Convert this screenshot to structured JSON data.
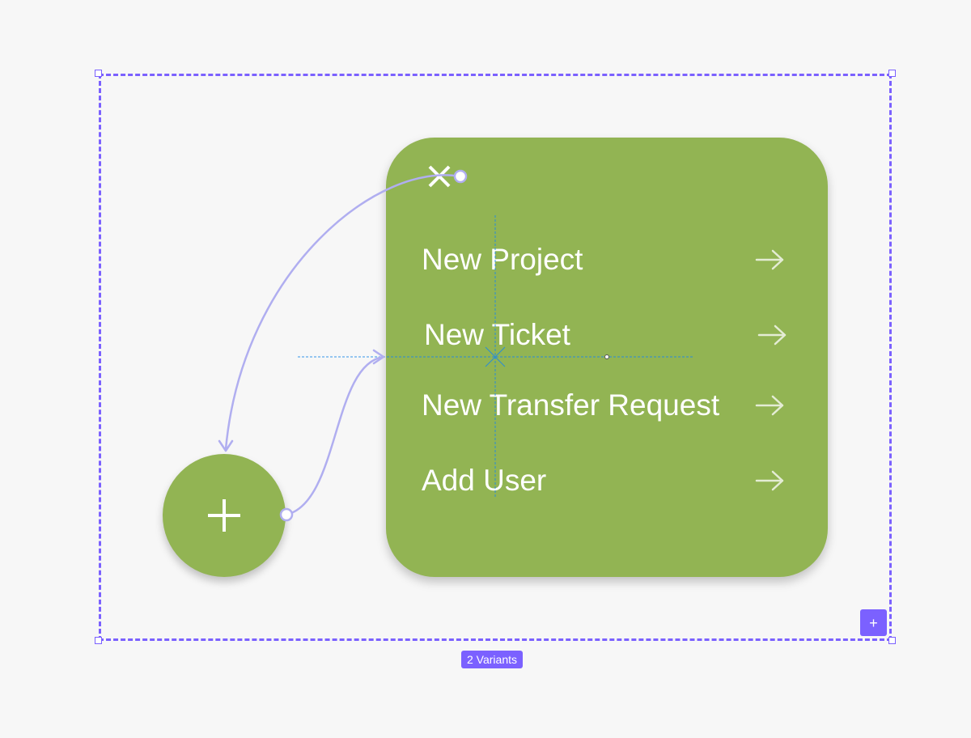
{
  "canvas": {
    "background": "#f7f7f7",
    "accent": "#7b61ff",
    "brand_green": "#92b453"
  },
  "component_set": {
    "variants_badge": "2 Variants",
    "add_variant_icon": "plus-icon",
    "add_variant_label": "+"
  },
  "fab": {
    "icon": "plus-icon"
  },
  "menu": {
    "close_icon": "close-icon",
    "items": [
      {
        "label": "New Project",
        "icon": "arrow-right-icon"
      },
      {
        "label": "New Ticket",
        "icon": "arrow-right-icon"
      },
      {
        "label": "New Transfer Request",
        "icon": "arrow-right-icon"
      },
      {
        "label": "Add User",
        "icon": "arrow-right-icon"
      }
    ]
  },
  "prototype": {
    "connection_color": "#b0aef0",
    "guide_color": "#1e88e5"
  }
}
